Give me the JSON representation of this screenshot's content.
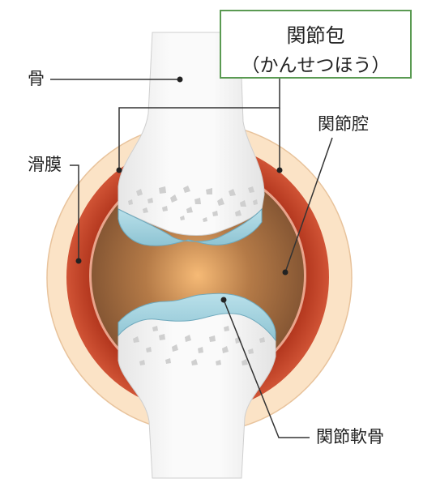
{
  "labels": {
    "bone": "骨",
    "capsule_title": "関節包",
    "capsule_reading": "（かんせつほう）",
    "joint_cavity": "関節腔",
    "synovium": "滑膜",
    "cartilage": "関節軟骨"
  },
  "colors": {
    "capsule_outer": "#fbe3c6",
    "synovium_red": "#c5472c",
    "cavity_brown": "#8c5a32",
    "cavity_glow": "#f6ba76",
    "cartilage_blue": "#9fd2df",
    "bone": "#f3f3f3",
    "label_box_border": "#5a9a52"
  }
}
